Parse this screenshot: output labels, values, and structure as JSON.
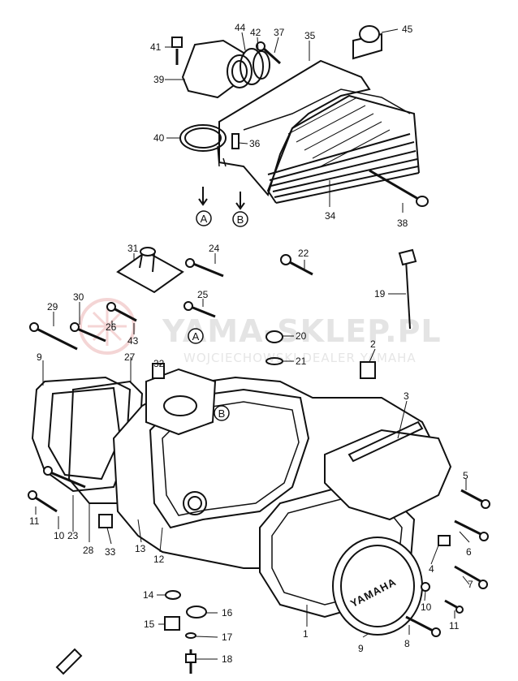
{
  "watermark": {
    "main": "YAMA-SKLEP.PL",
    "sub": "WOJCIECHOWSKI DEALER YAMAHA",
    "logo_icon": "yamaha-tuning-fork-logo-icon"
  },
  "cover_brand": "YAMAHA",
  "circle_markers": {
    "a": "A",
    "b": "B"
  },
  "parts": {
    "p1": "1",
    "p2": "2",
    "p3": "3",
    "p4": "4",
    "p5": "5",
    "p6": "6",
    "p7": "7",
    "p8": "8",
    "p9_left": "9",
    "p9_bottom": "9",
    "p10_left": "10",
    "p10_right": "10",
    "p11_left": "11",
    "p11_right": "11",
    "p12": "12",
    "p13": "13",
    "p14": "14",
    "p15": "15",
    "p16": "16",
    "p17": "17",
    "p18": "18",
    "p19": "19",
    "p20": "20",
    "p21": "21",
    "p22": "22",
    "p23": "23",
    "p24": "24",
    "p25": "25",
    "p26": "26",
    "p27": "27",
    "p28": "28",
    "p29": "29",
    "p30": "30",
    "p31": "31",
    "p32": "32",
    "p33": "33",
    "p34": "34",
    "p35": "35",
    "p36": "36",
    "p37": "37",
    "p38": "38",
    "p39": "39",
    "p40": "40",
    "p41": "41",
    "p42": "42",
    "p43": "43",
    "p44": "44",
    "p45": "45"
  }
}
